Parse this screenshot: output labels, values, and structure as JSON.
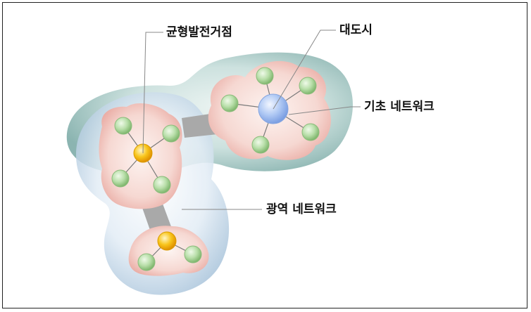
{
  "labels": {
    "balanced_hub": "균형발전거점",
    "metropolis": "대도시",
    "base_network": "기초 네트워크",
    "regional_network": "광역 네트워크"
  },
  "colors": {
    "teal_region": "#8fb8b4",
    "blue_region": "#c9dceb",
    "pink_cluster": "#f2c8c2",
    "green_node": "#a7d39a",
    "blue_hub": "#9bbbf0",
    "orange_hub": "#f5b800",
    "connector": "#a9a9a9",
    "leader_line": "#888888"
  }
}
